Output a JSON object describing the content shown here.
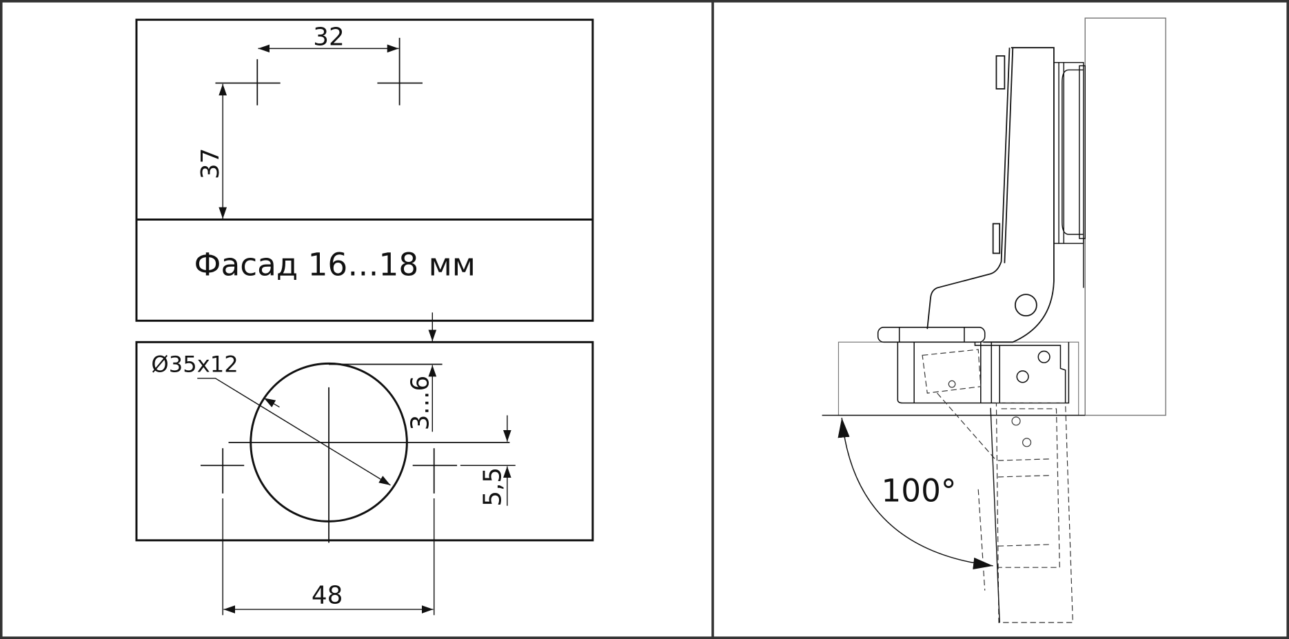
{
  "left_panel": {
    "dimensions": {
      "screw_spacing": "32",
      "screw_offset": "37",
      "cup_diameter_depth": "Ø35x12",
      "edge_distance": "3...6",
      "vertical_offset": "5,5",
      "hole_spacing": "48"
    },
    "facade_label": "Фасад 16…18 мм"
  },
  "right_panel": {
    "opening_angle": "100°"
  },
  "colors": {
    "line": "#111111",
    "frame": "#333333",
    "thin": "#777777"
  }
}
